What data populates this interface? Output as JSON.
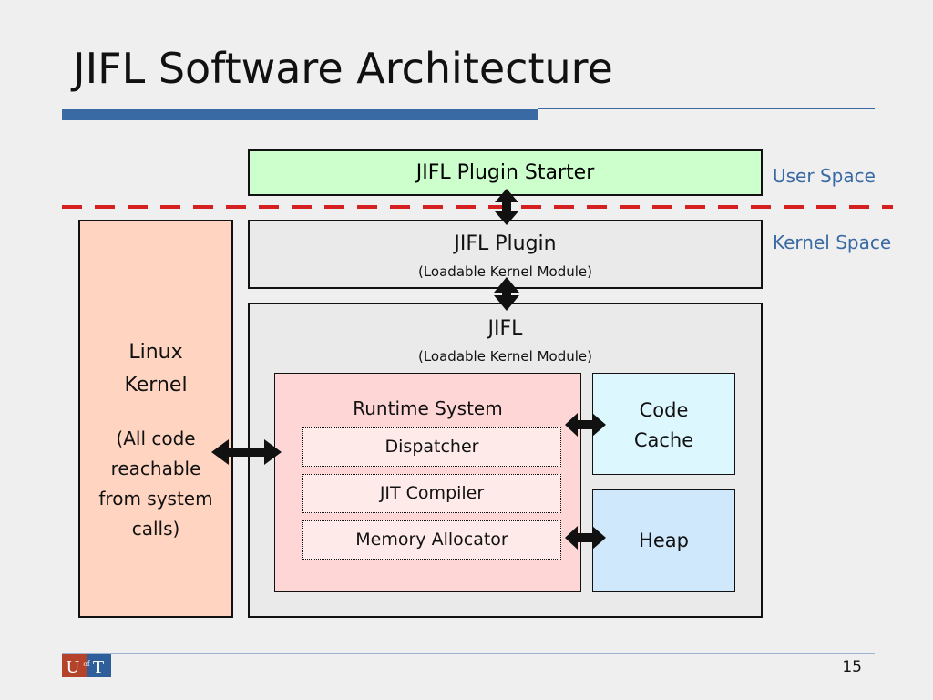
{
  "slide": {
    "title": "JIFL Software Architecture",
    "page_number": "15"
  },
  "labels": {
    "user_space": "User Space",
    "kernel_space": "Kernel Space"
  },
  "boxes": {
    "plugin_starter": "JIFL Plugin Starter",
    "jifl_plugin": {
      "title": "JIFL Plugin",
      "subtitle": "(Loadable Kernel Module)"
    },
    "jifl": {
      "title": "JIFL",
      "subtitle": "(Loadable Kernel Module)"
    },
    "linux_kernel": {
      "title_line1": "Linux",
      "title_line2": "Kernel",
      "note_line1": "(All code",
      "note_line2": "reachable",
      "note_line3": "from system",
      "note_line4": "calls)"
    },
    "runtime_system": "Runtime System",
    "dispatcher": "Dispatcher",
    "jit_compiler": "JIT Compiler",
    "memory_allocator": "Memory Allocator",
    "code_cache_line1": "Code",
    "code_cache_line2": "Cache",
    "heap": "Heap"
  },
  "logo": {
    "text_u": "U",
    "text_of": "of",
    "text_t": "T"
  },
  "colors": {
    "accent_blue": "#3a6aa3",
    "dashed_red": "#d42020",
    "starter_green": "#ccffcc",
    "kernel_peach": "#ffd5c1",
    "module_gray": "#eaeaea",
    "runtime_pink": "#ffd6d6",
    "code_cache_blue": "#ddf7ff",
    "heap_blue": "#cfe8fb",
    "logo_red": "#b5432b",
    "logo_blue": "#2f5f9a"
  }
}
